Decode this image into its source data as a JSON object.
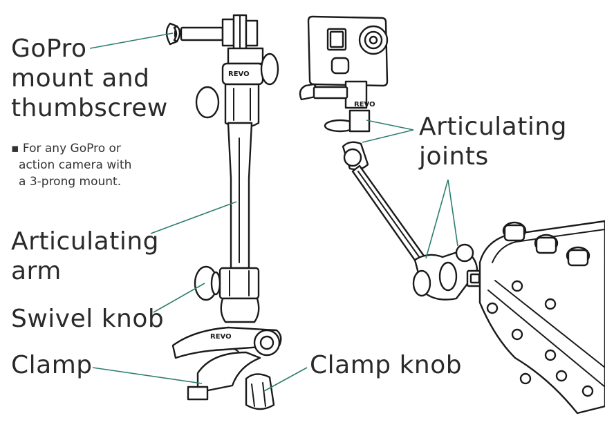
{
  "colors": {
    "leader": "#2e7d6e",
    "ink": "#1a1a1a",
    "text": "#2a2a2a"
  },
  "labels": {
    "gopro_mount": [
      "GoPro",
      "mount and",
      "thumbscrew"
    ],
    "gopro_note": [
      "▪ For any GoPro or",
      "action camera with",
      "a 3-prong mount."
    ],
    "articulating_arm": [
      "Articulating",
      "arm"
    ],
    "swivel_knob": "Swivel knob",
    "clamp": "Clamp",
    "clamp_knob": "Clamp knob",
    "articulating_joints": [
      "Articulating",
      "joints"
    ]
  },
  "brand_marks": {
    "text": "REVO"
  },
  "icons": [
    "gopro-mount-drawing",
    "arm-drawing",
    "clamp-drawing",
    "camera-drawing",
    "guitar-headstock-drawing"
  ]
}
